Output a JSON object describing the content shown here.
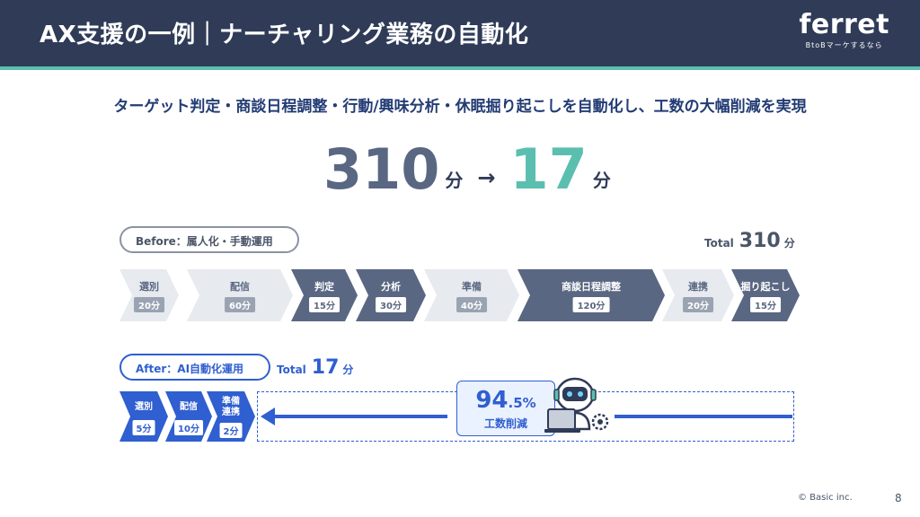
{
  "header": {
    "title": "AX支援の一例｜ナーチャリング業務の自動化",
    "logo_text": "ferret",
    "logo_sub": "BtoBマーケするなら"
  },
  "subtitle": "ターゲット判定・商談日程調整・行動/興味分析・休眠掘り起こしを自動化し、工数の大幅削減を実現",
  "headline": {
    "before_value": "310",
    "after_value": "17",
    "unit": "分",
    "arrow": "→"
  },
  "before": {
    "label": "Before：属人化・手動運用",
    "total_label": "Total",
    "total_value": "310",
    "total_unit": "分",
    "steps": [
      {
        "name": "選別",
        "time": "20分",
        "style": "light"
      },
      {
        "name": "配信",
        "time": "60分",
        "style": "light"
      },
      {
        "name": "判定",
        "time": "15分",
        "style": "dark"
      },
      {
        "name": "分析",
        "time": "30分",
        "style": "dark"
      },
      {
        "name": "準備",
        "time": "40分",
        "style": "light"
      },
      {
        "name": "商談日程調整",
        "time": "120分",
        "style": "dark"
      },
      {
        "name": "連携",
        "time": "20分",
        "style": "light"
      },
      {
        "name": "掘り起こし",
        "time": "15分",
        "style": "dark"
      }
    ]
  },
  "after": {
    "label": "After：AI自動化運用",
    "total_label": "Total",
    "total_value": "17",
    "total_unit": "分",
    "steps": [
      {
        "name": "選別",
        "time": "5分"
      },
      {
        "name": "配信",
        "time": "10分"
      },
      {
        "name": "準備\n連携",
        "time": "2分"
      }
    ],
    "reduction_value": "94",
    "reduction_decimal": ".5%",
    "reduction_label": "工数削減"
  },
  "footer": {
    "copyright": "© Basic inc.",
    "page": "8"
  },
  "colors": {
    "navy": "#2f3b57",
    "teal": "#5bbfb0",
    "blue": "#2f5fd0",
    "slate": "#5a6782",
    "light": "#e7eaef"
  }
}
